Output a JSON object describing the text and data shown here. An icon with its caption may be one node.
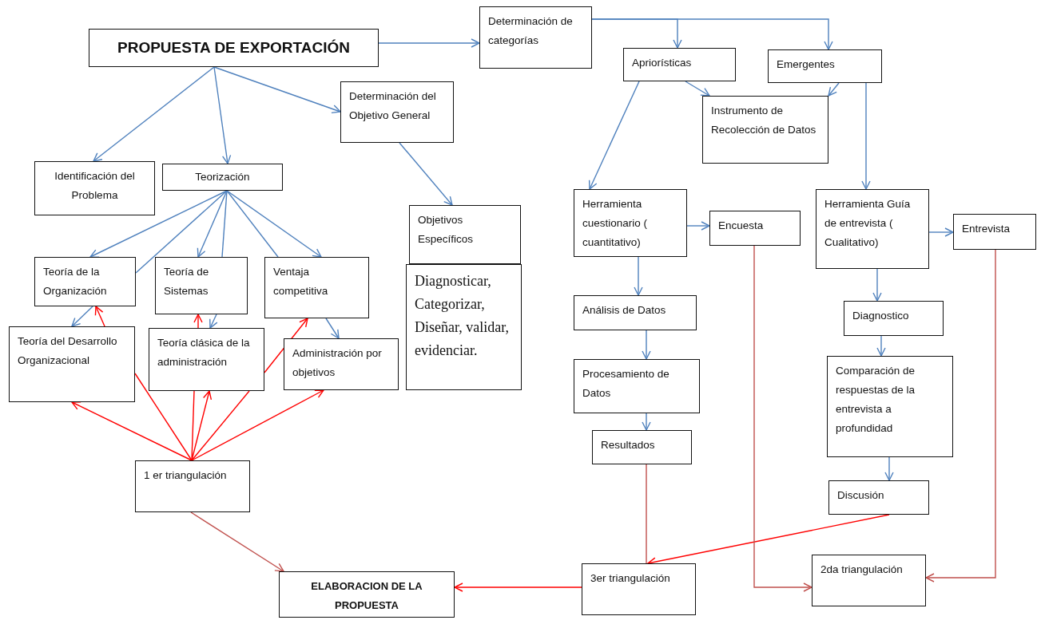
{
  "diagram": {
    "nodes": [
      {
        "text": [
          "PROPUESTA DE EXPORTACIÓN"
        ]
      },
      {
        "text": [
          "Determinación de categorías"
        ]
      },
      {
        "text": [
          "Determinación del Objetivo General"
        ]
      },
      {
        "text": [
          "Identificación del Problema"
        ]
      },
      {
        "text": [
          "Teorización"
        ]
      },
      {
        "text": [
          "Objetivos Específicos"
        ]
      },
      {
        "text": [
          "Diagnosticar, Categorizar, Diseñar, validar, evidenciar."
        ]
      },
      {
        "text": [
          "Teoría de la Organización"
        ]
      },
      {
        "text": [
          "Teoría de Sistemas"
        ]
      },
      {
        "text": [
          "Ventaja competitiva"
        ]
      },
      {
        "text": [
          "Teoría del Desarrollo Organizacional"
        ]
      },
      {
        "text": [
          "Teoría clásica de la administración"
        ]
      },
      {
        "text": [
          "Administración por objetivos"
        ]
      },
      {
        "text": [
          "1 er triangulación"
        ]
      },
      {
        "text": [
          "ELABORACION DE LA PROPUESTA"
        ]
      },
      {
        "text": [
          "Apriorísticas"
        ]
      },
      {
        "text": [
          "Emergentes"
        ]
      },
      {
        "text": [
          "Instrumento de Recolección de Datos"
        ]
      },
      {
        "text": [
          "Herramienta cuestionario ( cuantitativo)"
        ]
      },
      {
        "text": [
          "Encuesta"
        ]
      },
      {
        "text": [
          "Herramienta Guía de entrevista ( Cualitativo)"
        ]
      },
      {
        "text": [
          "Entrevista"
        ]
      },
      {
        "text": [
          "Análisis de Datos"
        ]
      },
      {
        "text": [
          "Diagnostico"
        ]
      },
      {
        "text": [
          "Procesamiento de Datos"
        ]
      },
      {
        "text": [
          "Comparación de respuestas de la entrevista a profundidad"
        ]
      },
      {
        "text": [
          "Resultados"
        ]
      },
      {
        "text": [
          "Discusión"
        ]
      },
      {
        "text": [
          "3er triangulación"
        ]
      },
      {
        "text": [
          "2da triangulación"
        ]
      }
    ],
    "edges": [
      {
        "from": 0,
        "to": 1,
        "arrow": "to"
      },
      {
        "from": 0,
        "to": 3,
        "arrow": "to"
      },
      {
        "from": 0,
        "to": 4,
        "arrow": "to"
      },
      {
        "from": 0,
        "to": 2,
        "arrow": "to"
      },
      {
        "from": 2,
        "to": 5,
        "arrow": "to"
      },
      {
        "from": 1,
        "to": 15,
        "arrow": "to"
      },
      {
        "from": 1,
        "to": 16,
        "arrow": "to"
      },
      {
        "from": 4,
        "to": 7,
        "arrow": "to"
      },
      {
        "from": 4,
        "to": 7,
        "arrow": "none"
      },
      {
        "from": 4,
        "to": 8,
        "arrow": "to"
      },
      {
        "from": 4,
        "to": 8,
        "arrow": "none"
      },
      {
        "from": 4,
        "to": 9,
        "arrow": "none"
      },
      {
        "from": 4,
        "to": 9,
        "arrow": "to"
      },
      {
        "from": 7,
        "to": 10,
        "arrow": "to"
      },
      {
        "from": 10,
        "to": 7,
        "arrow": "to",
        "color": "#ff0000"
      },
      {
        "from": 8,
        "to": 11,
        "arrow": "to"
      },
      {
        "from": 11,
        "to": 8,
        "arrow": "to",
        "color": "#ff0000"
      },
      {
        "from": 9,
        "to": 12,
        "arrow": "to"
      },
      {
        "from": 11,
        "to": 9,
        "arrow": "to",
        "color": "#ff0000"
      },
      {
        "from": 13,
        "to": 10,
        "arrow": "to",
        "color": "#ff0000"
      },
      {
        "from": 13,
        "to": 10,
        "arrow": "none",
        "color": "#ff0000"
      },
      {
        "from": 13,
        "to": 11,
        "arrow": "none",
        "color": "#ff0000"
      },
      {
        "from": 13,
        "to": 11,
        "arrow": "to",
        "color": "#ff0000"
      },
      {
        "from": 13,
        "to": 11,
        "arrow": "none",
        "color": "#ff0000"
      },
      {
        "from": 13,
        "to": 12,
        "arrow": "to",
        "color": "#ff0000"
      },
      {
        "from": 13,
        "to": 14,
        "arrow": "to",
        "color": "#c0504d"
      },
      {
        "from": 15,
        "to": 17,
        "arrow": "to"
      },
      {
        "from": 16,
        "to": 17,
        "arrow": "to"
      },
      {
        "from": 15,
        "to": 18,
        "arrow": "to"
      },
      {
        "from": 16,
        "to": 20,
        "arrow": "to"
      },
      {
        "from": 18,
        "to": 19,
        "arrow": "to"
      },
      {
        "from": 20,
        "to": 21,
        "arrow": "to"
      },
      {
        "from": 18,
        "to": 22,
        "arrow": "to"
      },
      {
        "from": 22,
        "to": 24,
        "arrow": "to"
      },
      {
        "from": 24,
        "to": 26,
        "arrow": "to"
      },
      {
        "from": 20,
        "to": 23,
        "arrow": "to"
      },
      {
        "from": 23,
        "to": 25,
        "arrow": "to"
      },
      {
        "from": 25,
        "to": 27,
        "arrow": "to"
      },
      {
        "from": 26,
        "to": 28,
        "arrow": "none",
        "color": "#c0504d"
      },
      {
        "from": 27,
        "to": 28,
        "arrow": "to",
        "color": "#ff0000"
      },
      {
        "from": 19,
        "to": 29,
        "arrow": "to",
        "color": "#c0504d"
      },
      {
        "from": 21,
        "to": 29,
        "arrow": "to",
        "color": "#c0504d"
      },
      {
        "from": 28,
        "to": 14,
        "arrow": "to",
        "color": "#ff0000"
      }
    ]
  }
}
